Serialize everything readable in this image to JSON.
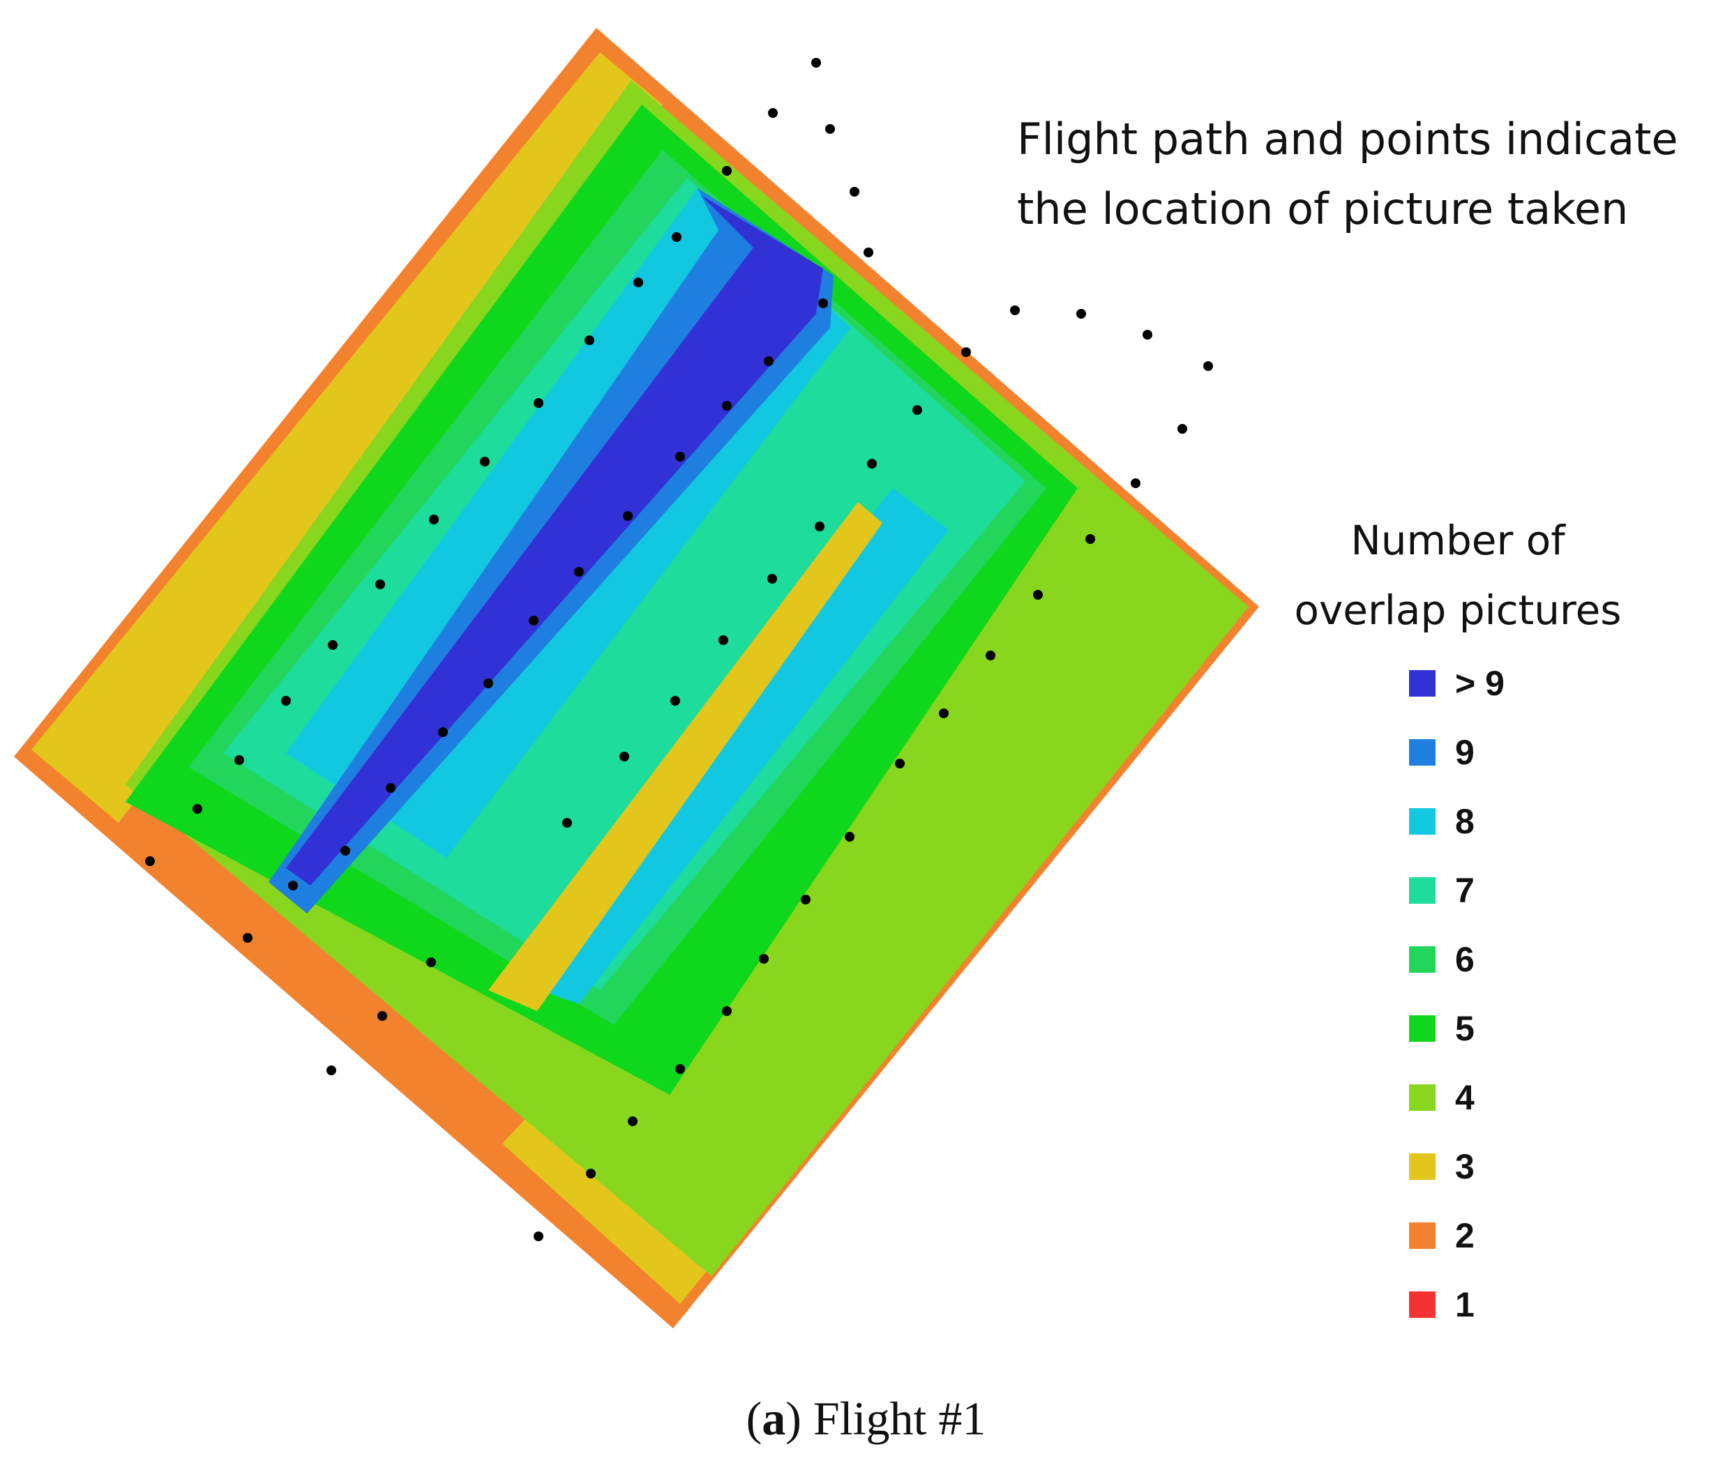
{
  "annotation": {
    "line1": "Flight path and points indicate",
    "line2": "the location of picture taken"
  },
  "legend": {
    "title_line1": "Number of",
    "title_line2": "overlap pictures",
    "items": [
      {
        "label": "> 9",
        "color": "#3131d6"
      },
      {
        "label": "9",
        "color": "#1f7fe0"
      },
      {
        "label": "8",
        "color": "#12c8e0"
      },
      {
        "label": "7",
        "color": "#1ddc9c"
      },
      {
        "label": "6",
        "color": "#22d65c"
      },
      {
        "label": "5",
        "color": "#0fd71c"
      },
      {
        "label": "4",
        "color": "#88d61e"
      },
      {
        "label": "3",
        "color": "#e3c61c"
      },
      {
        "label": "2",
        "color": "#f3822e"
      },
      {
        "label": "1",
        "color": "#f53232"
      }
    ]
  },
  "caption": {
    "label": "a",
    "text": "Flight #1"
  },
  "colors": {
    "above9": "#3131d6",
    "c9": "#1f7fe0",
    "c8": "#12c8e0",
    "c7": "#1ddc9c",
    "c6": "#22d65c",
    "c5": "#0fd71c",
    "c4": "#88d61e",
    "c3": "#e3c61c",
    "c2": "#f3822e",
    "c1": "#f53232",
    "photo_point": "#000000"
  }
}
